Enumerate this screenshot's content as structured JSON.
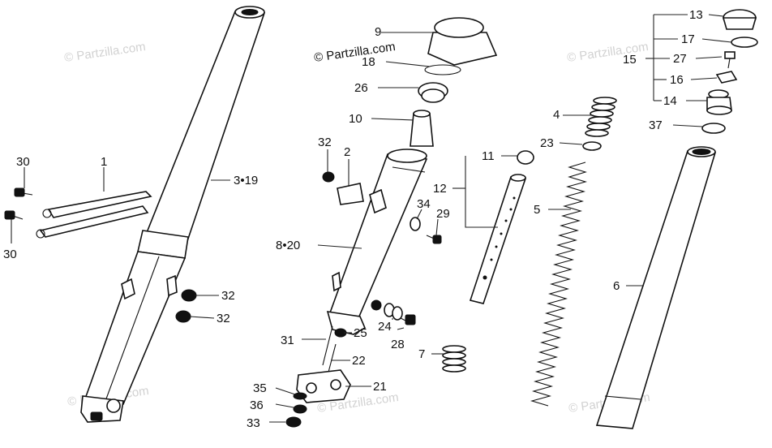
{
  "brand": {
    "main": "© Partzilla.com",
    "watermark": "© Partzilla.com"
  },
  "callouts": {
    "p1": "1",
    "p2": "2",
    "p3_19": "3•19",
    "p4": "4",
    "p5": "5",
    "p6": "6",
    "p7": "7",
    "p8_20": "8•20",
    "p9": "9",
    "p10": "10",
    "p11": "11",
    "p12": "12",
    "p13": "13",
    "p14": "14",
    "p15": "15",
    "p16": "16",
    "p17": "17",
    "p18": "18",
    "p21": "21",
    "p22": "22",
    "p23": "23",
    "p24": "24",
    "p25": "25",
    "p26": "26",
    "p27": "27",
    "p28": "28",
    "p29": "29",
    "p30a": "30",
    "p30b": "30",
    "p31": "31",
    "p32a": "32",
    "p32b": "32",
    "p32c": "32",
    "p33": "33",
    "p34": "34",
    "p35": "35",
    "p36": "36",
    "p37": "37"
  }
}
